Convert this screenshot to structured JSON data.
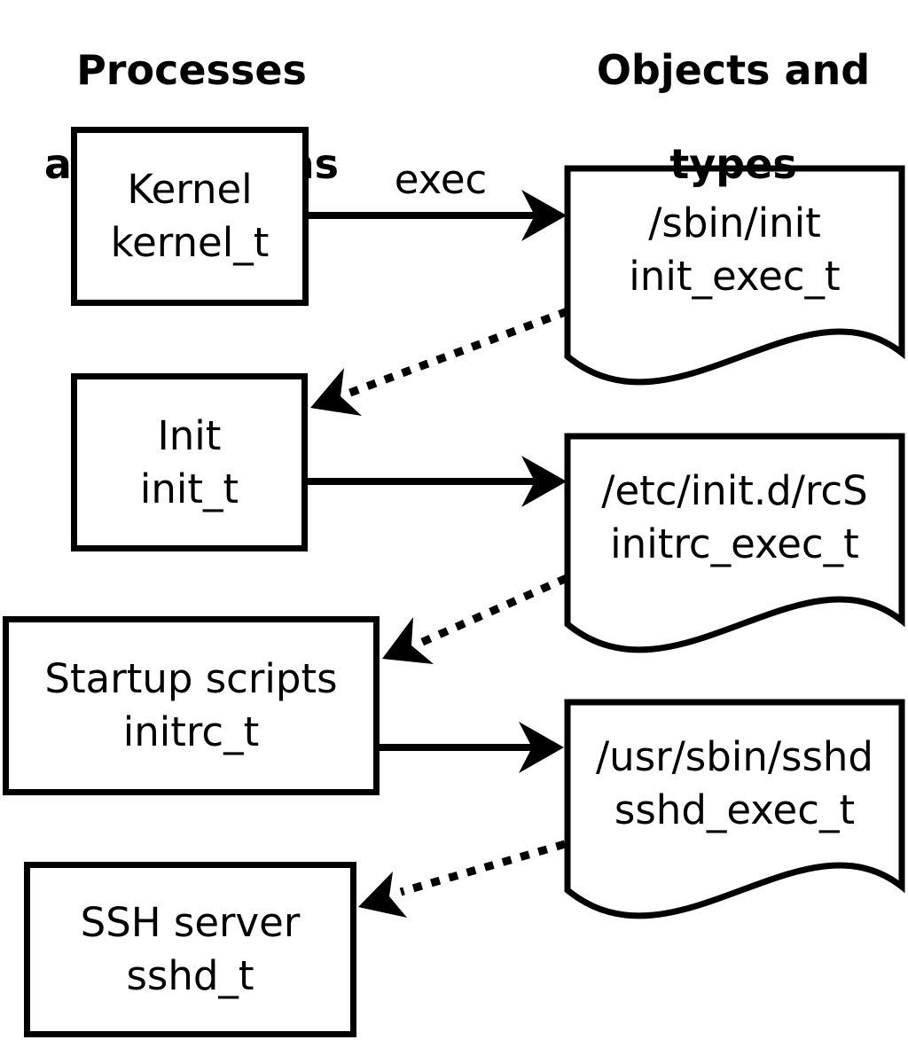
{
  "columns": {
    "left_header": {
      "line1": "Processes",
      "line2": "and domains"
    },
    "right_header": {
      "line1": "Objects and",
      "line2": "types"
    }
  },
  "process_boxes": [
    {
      "name": "Kernel",
      "domain": "kernel_t"
    },
    {
      "name": "Init",
      "domain": "init_t"
    },
    {
      "name": "Startup scripts",
      "domain": "initrc_t"
    },
    {
      "name": "SSH server",
      "domain": "sshd_t"
    }
  ],
  "object_documents": [
    {
      "path": "/sbin/init",
      "type": "init_exec_t"
    },
    {
      "path": "/etc/init.d/rcS",
      "type": "initrc_exec_t"
    },
    {
      "path": "/usr/sbin/sshd",
      "type": "sshd_exec_t"
    }
  ],
  "labels": {
    "exec": "exec"
  },
  "colors": {
    "stroke": "#000000",
    "fill": "#ffffff",
    "text": "#000000"
  }
}
